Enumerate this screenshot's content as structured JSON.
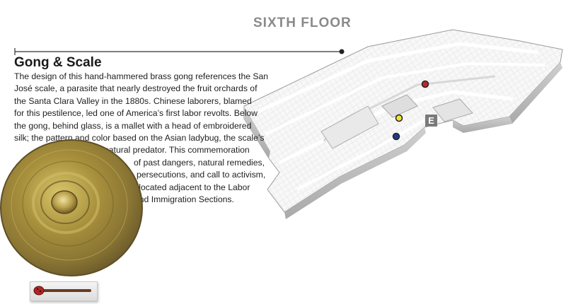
{
  "floor": {
    "title": "SIXTH FLOOR"
  },
  "artwork": {
    "title": "Gong & Scale",
    "description_lines": [
      "The design of this hand-hammered brass gong references the San",
      "José scale, a parasite that nearly destroyed the fruit orchards of",
      "the Santa Clara Valley in the 1880s. Chinese laborers, blamed",
      "for this pestilence, led one of America’s first labor revolts. Below",
      "the gong, behind glass, is a mallet with a head of embroidered",
      "silk; the pattern and color based on the Asian ladybug, the scale’s",
      "natural predator. This commemoration",
      "of past dangers, natural remedies,",
      "persecutions, and call to activism,",
      "is located adjacent to the Labor",
      "and Immigration Sections."
    ]
  },
  "map": {
    "entry_label": "E",
    "markers": [
      {
        "name": "red",
        "color": "#c0262b"
      },
      {
        "name": "yellow",
        "color": "#f1e23a"
      },
      {
        "name": "blue",
        "color": "#1f3a8a"
      }
    ]
  },
  "colors": {
    "accent": "#8a8a8a",
    "text": "#222222"
  }
}
